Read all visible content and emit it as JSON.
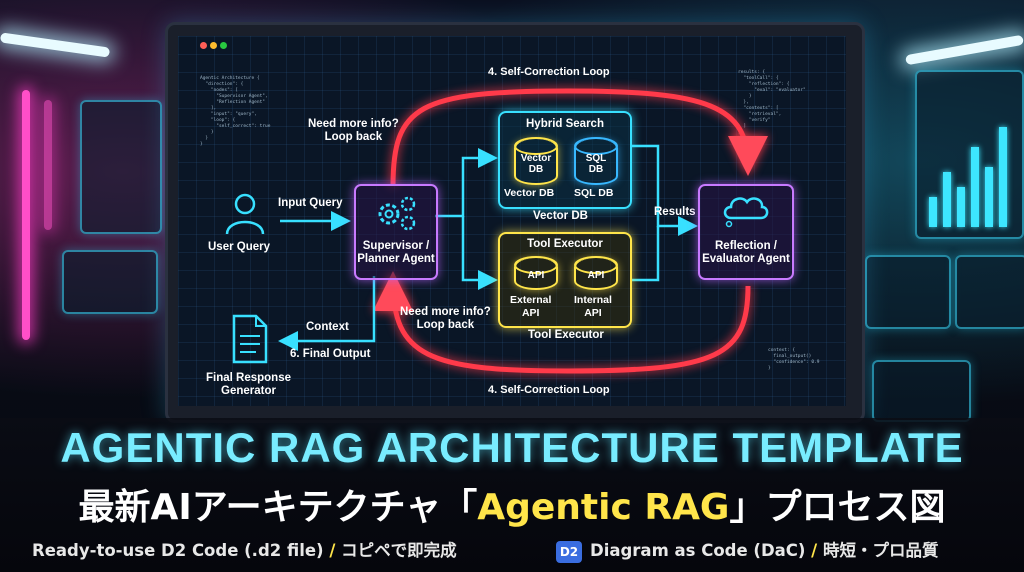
{
  "diagram": {
    "nodes": {
      "user_query": "User Query",
      "supervisor": "Supervisor /\nPlanner Agent",
      "reflection": "Reflection /\nEvaluator Agent",
      "final_response": "Final Response\nGenerator"
    },
    "hybrid_search": {
      "title": "Hybrid Search",
      "vector_cyl": "Vector\nDB",
      "sql_cyl": "SQL\nDB",
      "vector_label": "Vector DB",
      "sql_label": "SQL DB",
      "footer": "Vector DB"
    },
    "tool_executor": {
      "title": "Tool Executor",
      "api1": "API",
      "api2": "API",
      "external_label": "External\nAPI",
      "internal_label": "Internal\nAPI",
      "footer": "Tool Executor"
    },
    "edges": {
      "input_query": "Input Query",
      "results": "Results",
      "context": "Context",
      "final_output": "6. Final Output",
      "loop_top": "4. Self-Correction Loop",
      "loop_bottom": "4. Self-Correction Loop",
      "need_info_top": "Need more info?\nLoop back",
      "need_info_bottom": "Need more info?\nLoop back"
    }
  },
  "banner": {
    "title_en": "AGENTIC RAG ARCHITECTURE TEMPLATE",
    "title_jp_pre": "最新AIアーキテクチャ「",
    "title_jp_hl": "Agentic RAG",
    "title_jp_post": "」プロセス図",
    "footer_left": "Ready-to-use D2 Code (.d2 file)",
    "footer_left_sep": " / ",
    "footer_left_jp": "コピペで即完成",
    "d2_badge": "D2",
    "footer_right": "Diagram as Code (DaC)",
    "footer_right_sep": " / ",
    "footer_right_jp": "時短・プロ品質"
  },
  "colors": {
    "accent_cyan": "#38e0ff",
    "loop_red": "#ff3a4a",
    "agent_purple": "#c87aff",
    "tool_yellow": "#ffe54a",
    "title_cyan": "#78ecff"
  }
}
